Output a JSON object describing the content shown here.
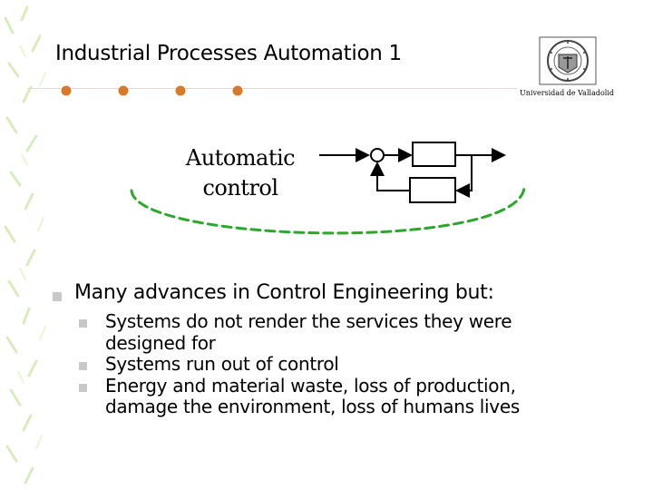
{
  "header": {
    "title": "Industrial Processes Automation 1",
    "university": "Universidad de Valladolid"
  },
  "concept": {
    "label_line1": "Automatic",
    "label_line2": "control"
  },
  "content": {
    "main_bullet": "Many advances in Control Engineering but:",
    "sub_bullets": [
      {
        "line1": "Systems do not render the services they were",
        "line2": "designed for"
      },
      {
        "line1": "Systems run out of control",
        "line2": ""
      },
      {
        "line1": "Energy and material waste, loss of production,",
        "line2": "damage the environment, loss of humans lives"
      }
    ]
  },
  "colors": {
    "accent_dot": "#d77a2a",
    "arc_green": "#2aa82a",
    "leaf_green": "#cfe8a8",
    "bullet_gray": "#c8c8c8",
    "header_line": "#f0e090"
  },
  "icons": {
    "seal": "university-seal-icon",
    "bullet": "square-bullet-icon"
  }
}
